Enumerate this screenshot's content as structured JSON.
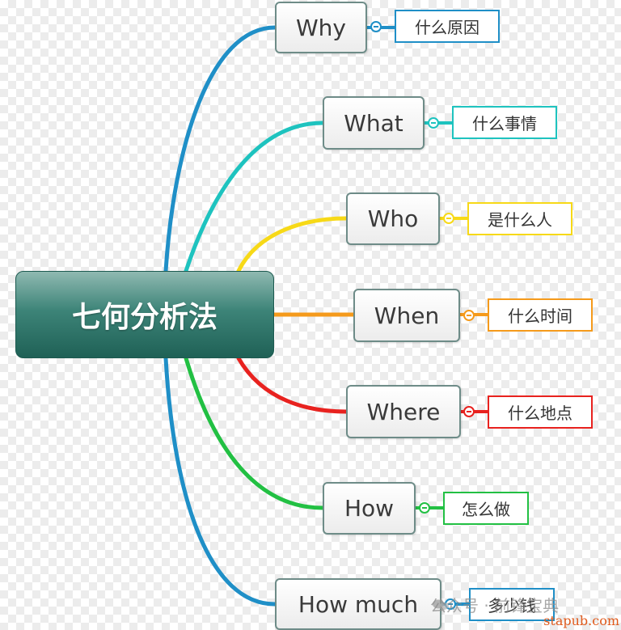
{
  "central_topic": "七何分析法",
  "branches": [
    {
      "topic": "Why",
      "detail": "什么原因",
      "color": "#1f8fc7"
    },
    {
      "topic": "What",
      "detail": "什么事情",
      "color": "#1ec3bf"
    },
    {
      "topic": "Who",
      "detail": "是什么人",
      "color": "#f7d917"
    },
    {
      "topic": "When",
      "detail": "什么时间",
      "color": "#f59a1b"
    },
    {
      "topic": "Where",
      "detail": "什么地点",
      "color": "#e8221f"
    },
    {
      "topic": "How",
      "detail": "怎么做",
      "color": "#22c043"
    },
    {
      "topic": "How much",
      "detail": "多少钱",
      "color": "#1f8fc7"
    }
  ],
  "watermark": "公众号 · 前锋宝典",
  "footer_mark": "stapub.com"
}
